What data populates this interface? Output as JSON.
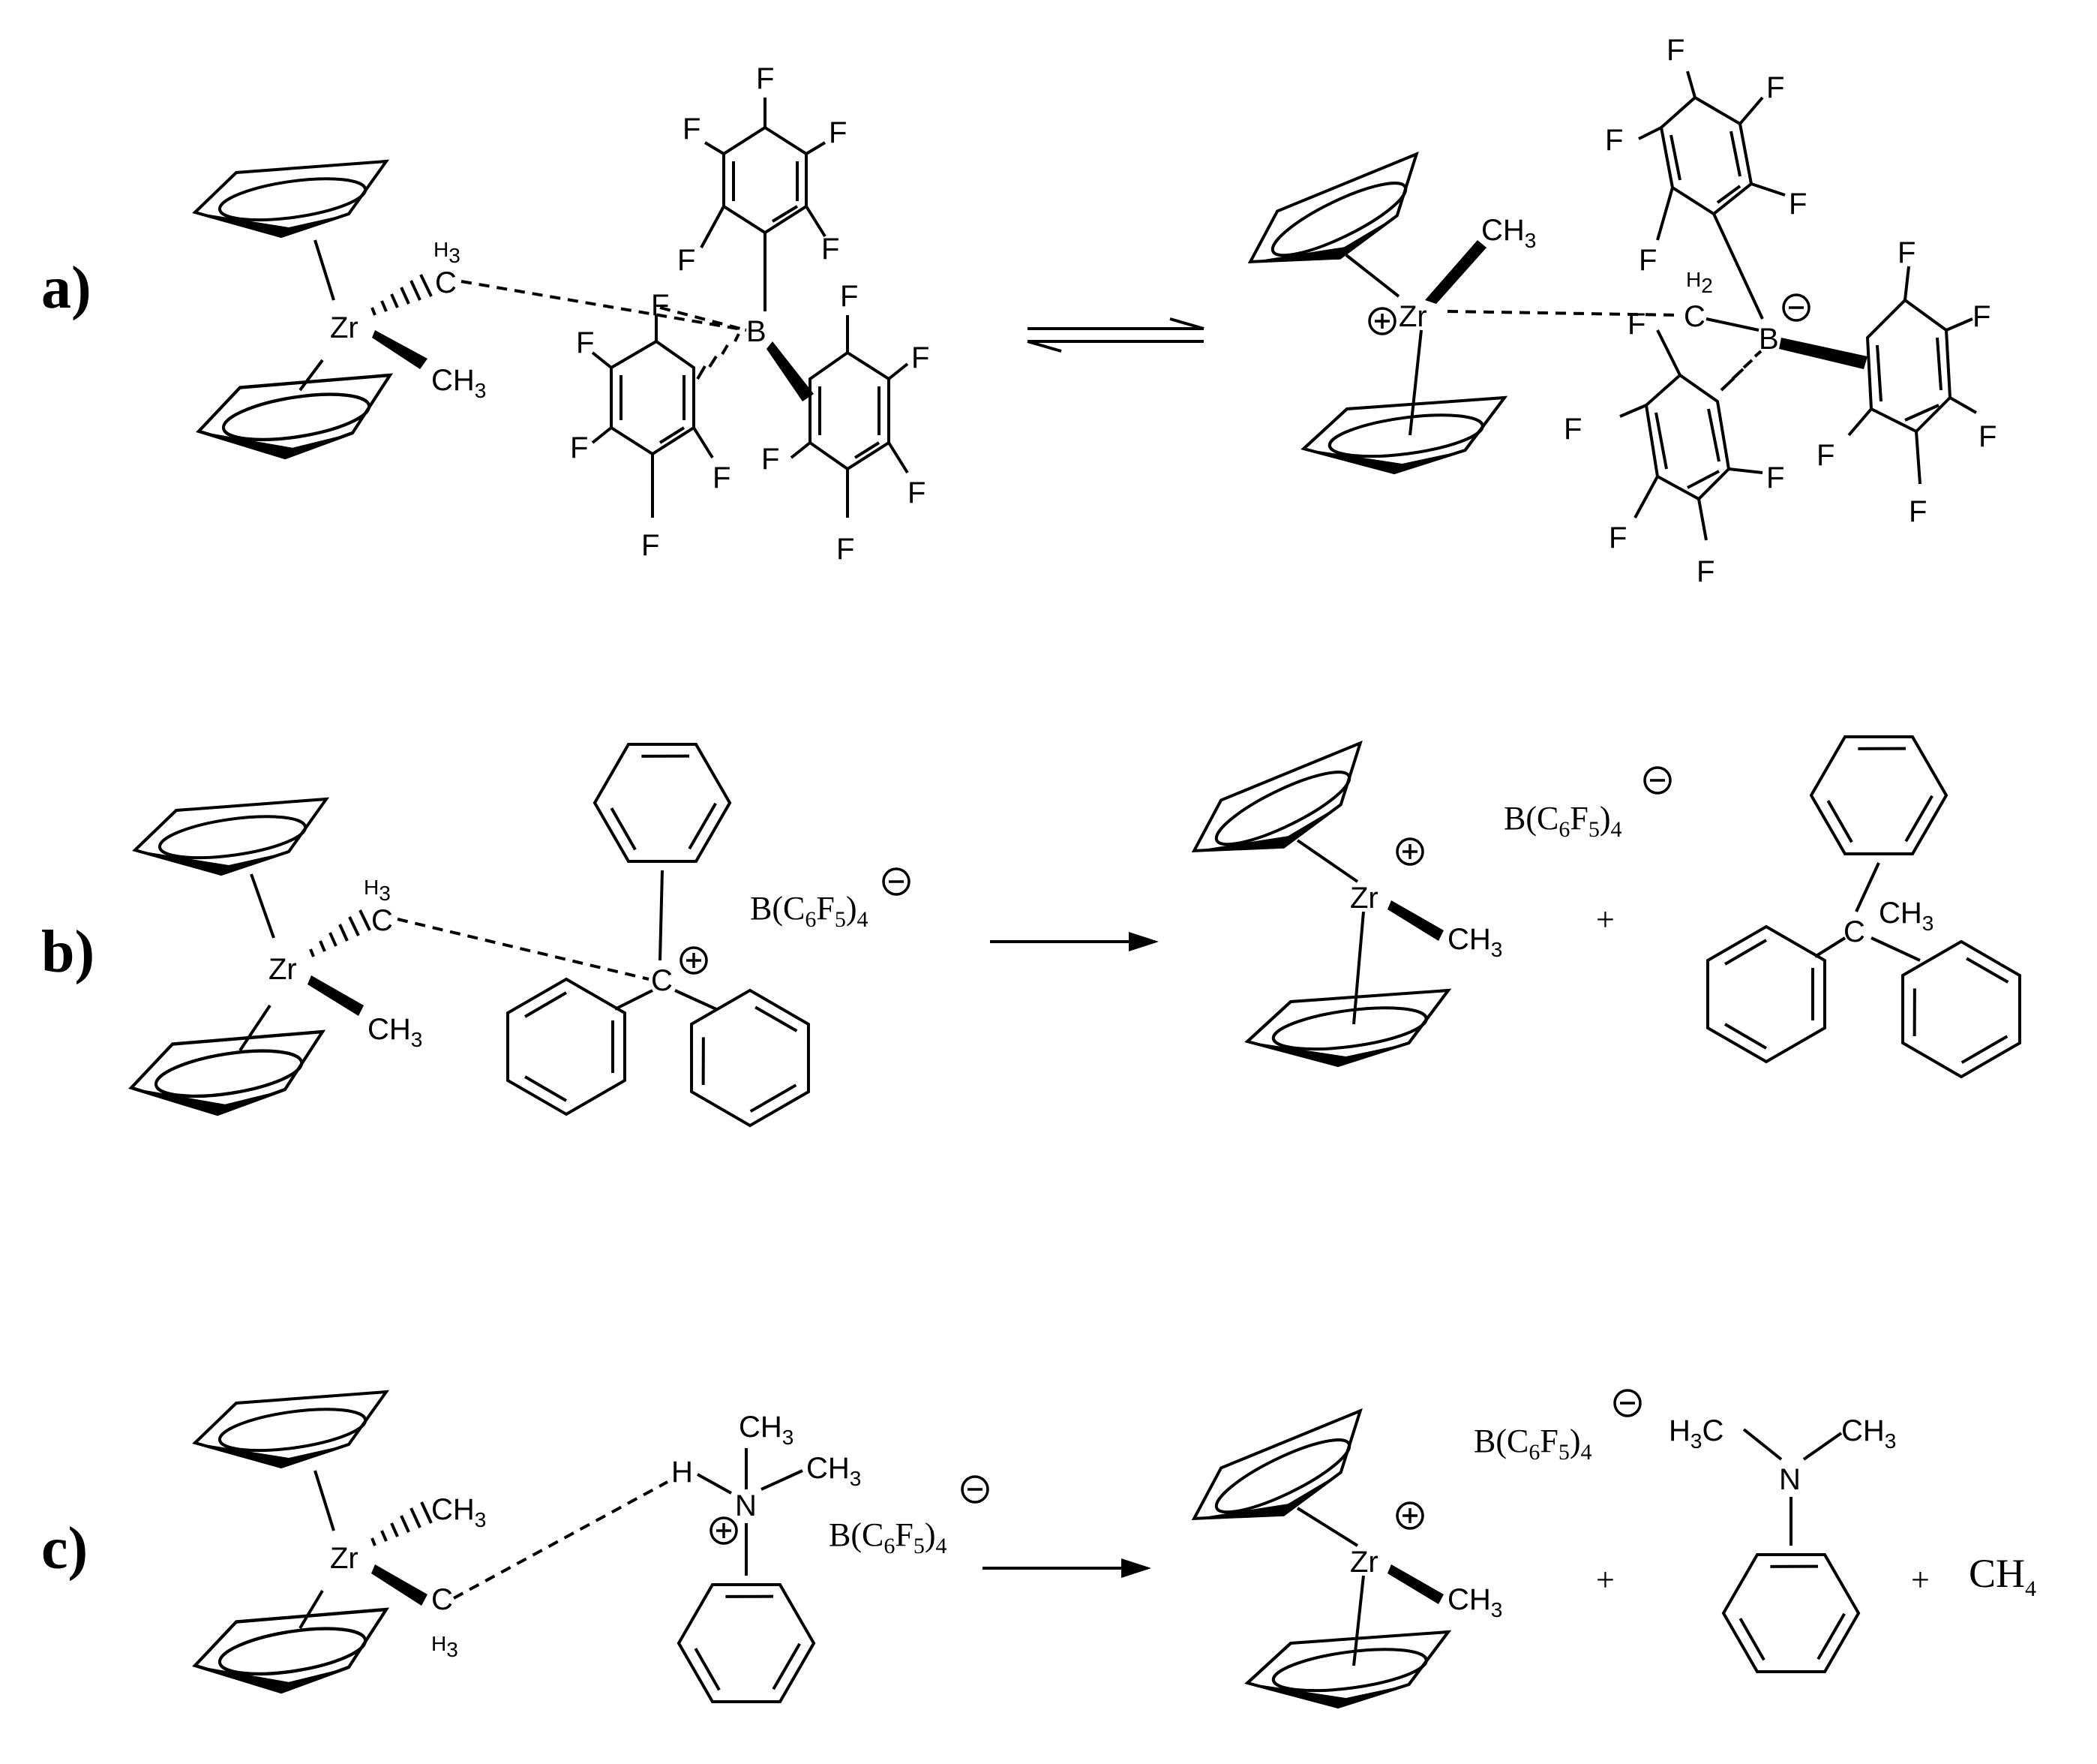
{
  "panels": {
    "a": {
      "label": "a)"
    },
    "b": {
      "label": "b)"
    },
    "c": {
      "label": "c)"
    }
  },
  "atoms": {
    "Zr": "Zr",
    "B": "B",
    "F": "F",
    "C": "C",
    "N": "N",
    "H": "H"
  },
  "groups": {
    "CH3": {
      "base": "CH",
      "sub": "3"
    },
    "H3": {
      "base": "H",
      "sub": "3"
    },
    "H2": {
      "base": "H",
      "sub": "2"
    },
    "H3C": {
      "base": "H",
      "sub": "3",
      "tail": "C"
    }
  },
  "anion": {
    "pre": "B(C",
    "n6": "6",
    "mid": "F",
    "n5": "5",
    "close": ")",
    "n4": "4"
  },
  "methane": {
    "base": "CH",
    "sub": "4"
  },
  "symbols": {
    "plus": "+",
    "cation_charge": "+",
    "anion_charge": "−"
  },
  "colors": {
    "ink": "#000000",
    "background": "#ffffff"
  }
}
